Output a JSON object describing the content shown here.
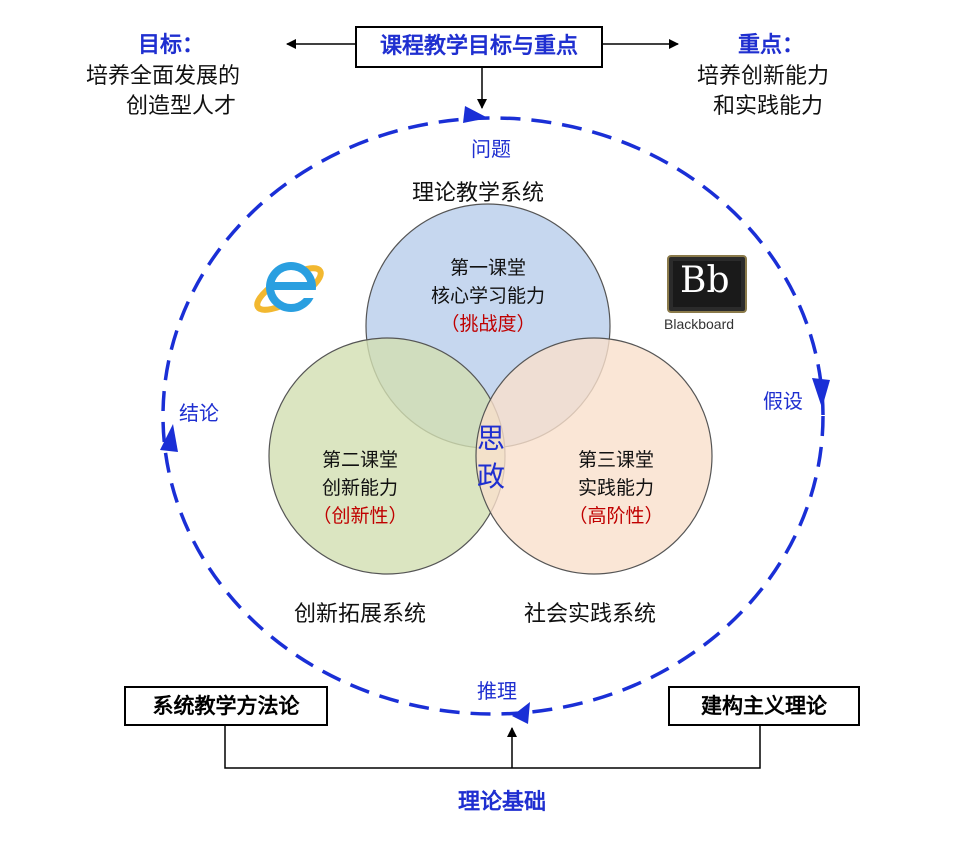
{
  "header": {
    "center_title": "课程教学目标与重点",
    "goal_label": "目标：",
    "goal_line1": "培养全面发展的",
    "goal_line2": "创造型人才",
    "focus_label": "重点：",
    "focus_line1": "培养创新能力",
    "focus_line2": "和实践能力"
  },
  "cycle": {
    "top": "问题",
    "right": "假设",
    "bottom": "推理",
    "left": "结论"
  },
  "systems": {
    "theory": "理论教学系统",
    "innovation": "创新拓展系统",
    "social": "社会实践系统"
  },
  "circles": {
    "first": {
      "title": "第一课堂",
      "ability": "核心学习能力",
      "tag": "（挑战度）",
      "color": "#bcd0ec"
    },
    "second": {
      "title": "第二课堂",
      "ability": "创新能力",
      "tag": "（创新性）",
      "color": "#d2dfb2"
    },
    "third": {
      "title": "第三课堂",
      "ability": "实践能力",
      "tag": "（高阶性）",
      "color": "#f9e0cc"
    },
    "center_char1": "思",
    "center_char2": "政"
  },
  "logos": {
    "ie_icon": "internet-explorer-icon",
    "blackboard_mark": "Bb",
    "blackboard_text": "Blackboard"
  },
  "foundation": {
    "left_box": "系统教学方法论",
    "right_box": "建构主义理论",
    "label": "理论基础"
  },
  "colors": {
    "accent_blue": "#1f2fd0",
    "dashed_blue": "#1a2fd6",
    "tag_red": "#c00000"
  }
}
